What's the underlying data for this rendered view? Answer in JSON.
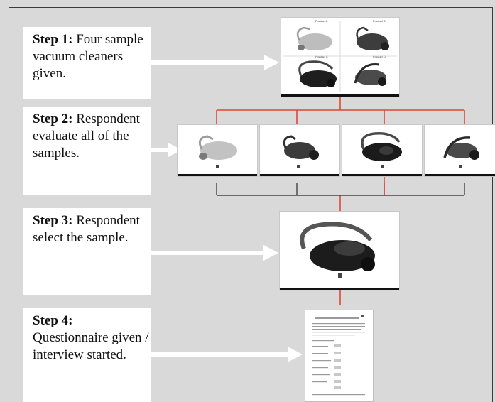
{
  "steps": [
    {
      "label": "Step 1:",
      "text": "Four sample vacuum cleaners given."
    },
    {
      "label": "Step 2:",
      "text": "Respondent evaluate all of the samples."
    },
    {
      "label": "Step 3:",
      "text": "Respondent select the sample."
    },
    {
      "label": "Step 4:",
      "text": "Questionnaire given / interview started."
    }
  ],
  "step1_products": [
    "Product A",
    "Product B",
    "Product C",
    "Product D"
  ],
  "colors": {
    "background": "#d9d9d9",
    "connector_red": "#e0473a",
    "bracket_dark": "#444444",
    "arrow": "#ffffff"
  },
  "icons": {
    "arrow": "right-arrow-icon",
    "vacuum_cleaner": "vacuum-cleaner-icon",
    "questionnaire": "document-icon"
  }
}
